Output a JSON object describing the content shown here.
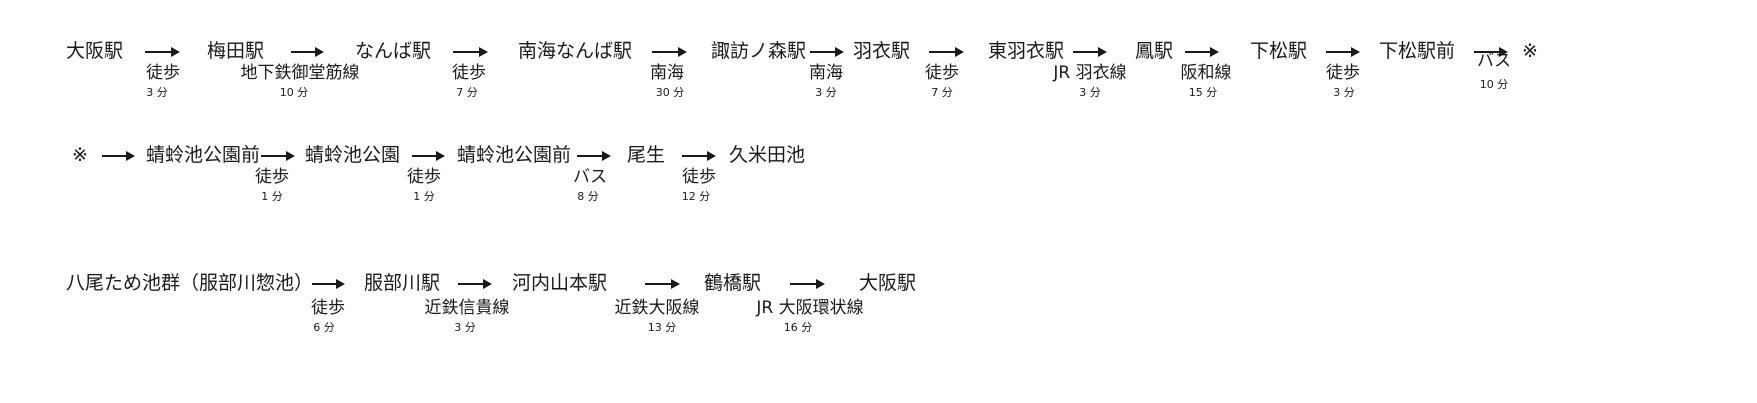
{
  "routes": [
    {
      "stations": [
        "大阪駅",
        "梅田駅",
        "なんば駅",
        "南海なんば駅",
        "諏訪ノ森駅",
        "羽衣駅",
        "東羽衣駅",
        "鳳駅",
        "下松駅",
        "下松駅前",
        "※"
      ],
      "legs": [
        {
          "mode": "徒歩",
          "time": "3 分"
        },
        {
          "mode": "地下鉄御堂筋線",
          "time": "10 分"
        },
        {
          "mode": "徒歩",
          "time": "7 分"
        },
        {
          "mode": "南海",
          "time": "30 分"
        },
        {
          "mode": "南海",
          "time": "3 分"
        },
        {
          "mode": "徒歩",
          "time": "7 分"
        },
        {
          "mode": "JR 羽衣線",
          "time": "3 分"
        },
        {
          "mode": "阪和線",
          "time": "15 分"
        },
        {
          "mode": "徒歩",
          "time": "3 分"
        },
        {
          "mode": "バス",
          "time": "10 分"
        }
      ]
    },
    {
      "stations": [
        "※",
        "蜻蛉池公園前",
        "蜻蛉池公園",
        "蜻蛉池公園前",
        "尾生",
        "久米田池"
      ],
      "legs": [
        {
          "mode": "",
          "time": ""
        },
        {
          "mode": "徒歩",
          "time": "1 分"
        },
        {
          "mode": "徒歩",
          "time": "1 分"
        },
        {
          "mode": "バス",
          "time": "8 分"
        },
        {
          "mode": "徒歩",
          "time": "12 分"
        }
      ]
    },
    {
      "stations": [
        "八尾ため池群（服部川惣池）",
        "服部川駅",
        "河内山本駅",
        "鶴橋駅",
        "大阪駅"
      ],
      "legs": [
        {
          "mode": "徒歩",
          "time": "6 分"
        },
        {
          "mode": "近鉄信貴線",
          "time": "3 分"
        },
        {
          "mode": "近鉄大阪線",
          "time": "13 分"
        },
        {
          "mode": "JR 大阪環状線",
          "time": "16 分"
        }
      ]
    }
  ]
}
